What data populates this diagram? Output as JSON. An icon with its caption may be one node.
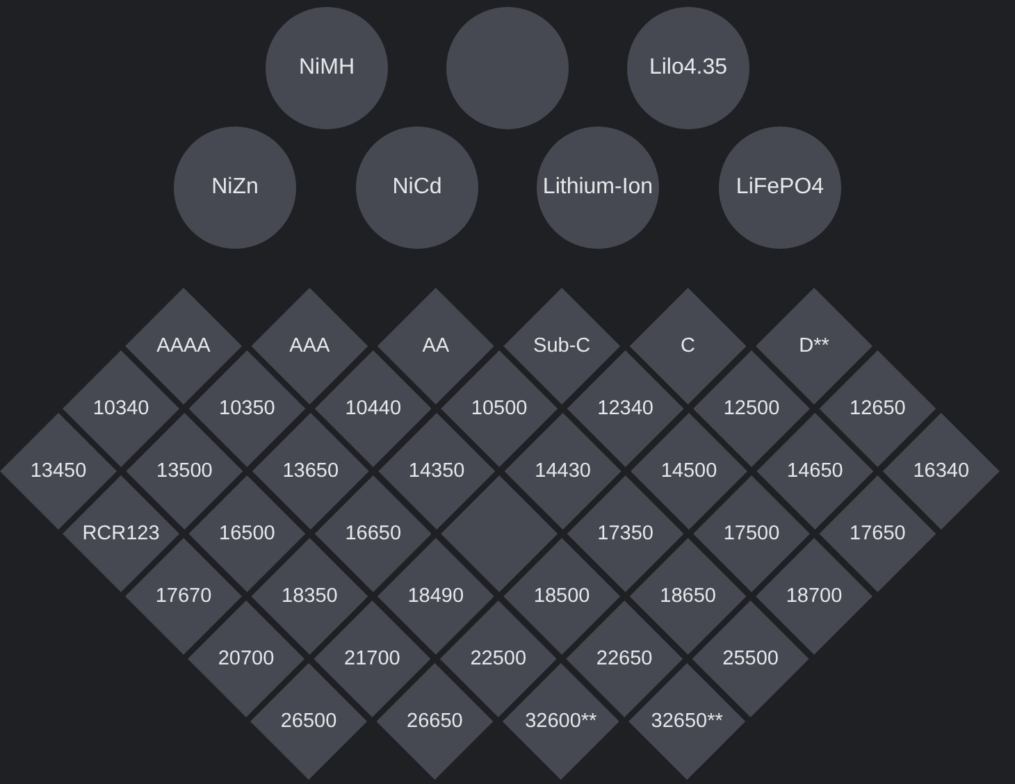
{
  "diagram": {
    "nodes": [
      {
        "text": [
          "NiMH"
        ]
      },
      {
        "text": [],
        "shape": "circle"
      },
      {
        "text": [
          "Lilo4.35"
        ]
      },
      {
        "text": [
          "NiZn"
        ]
      },
      {
        "text": [
          "NiCd"
        ]
      },
      {
        "text": [
          "Lithium-Ion"
        ]
      },
      {
        "text": [
          "LiFePO4"
        ]
      },
      {
        "text": [
          "AAAA"
        ]
      },
      {
        "text": [
          "AAA"
        ]
      },
      {
        "text": [
          "AA"
        ]
      },
      {
        "text": [
          "Sub-C"
        ]
      },
      {
        "text": [
          "C"
        ]
      },
      {
        "text": [
          "D**"
        ]
      },
      {
        "text": [
          "10340"
        ]
      },
      {
        "text": [
          "10350"
        ]
      },
      {
        "text": [
          "10440"
        ]
      },
      {
        "text": [
          "10500"
        ]
      },
      {
        "text": [
          "12340"
        ]
      },
      {
        "text": [
          "12500"
        ]
      },
      {
        "text": [
          "12650"
        ]
      },
      {
        "text": [
          "13450"
        ]
      },
      {
        "text": [
          "13500"
        ]
      },
      {
        "text": [
          "13650"
        ]
      },
      {
        "text": [
          "14350"
        ]
      },
      {
        "text": [
          "14430"
        ]
      },
      {
        "text": [
          "14500"
        ]
      },
      {
        "text": [
          "14650"
        ]
      },
      {
        "text": [
          "16340"
        ]
      },
      {
        "text": [
          "RCR123"
        ]
      },
      {
        "text": [
          "16500"
        ]
      },
      {
        "text": [
          "16650"
        ]
      },
      {
        "text": [],
        "shape": "diamond"
      },
      {
        "text": [
          "17350"
        ]
      },
      {
        "text": [
          "17500"
        ]
      },
      {
        "text": [
          "17650"
        ]
      },
      {
        "text": [
          "17670"
        ]
      },
      {
        "text": [
          "18350"
        ]
      },
      {
        "text": [
          "18490"
        ]
      },
      {
        "text": [
          "18500"
        ]
      },
      {
        "text": [
          "18650"
        ]
      },
      {
        "text": [
          "18700"
        ]
      },
      {
        "text": [
          "20700"
        ]
      },
      {
        "text": [
          "21700"
        ]
      },
      {
        "text": [
          "22500"
        ]
      },
      {
        "text": [
          "22650"
        ]
      },
      {
        "text": [
          "25500"
        ]
      },
      {
        "text": [
          "26500"
        ]
      },
      {
        "text": [
          "26650"
        ]
      },
      {
        "text": [
          "32600**"
        ]
      },
      {
        "text": [
          "32650**"
        ]
      }
    ]
  }
}
